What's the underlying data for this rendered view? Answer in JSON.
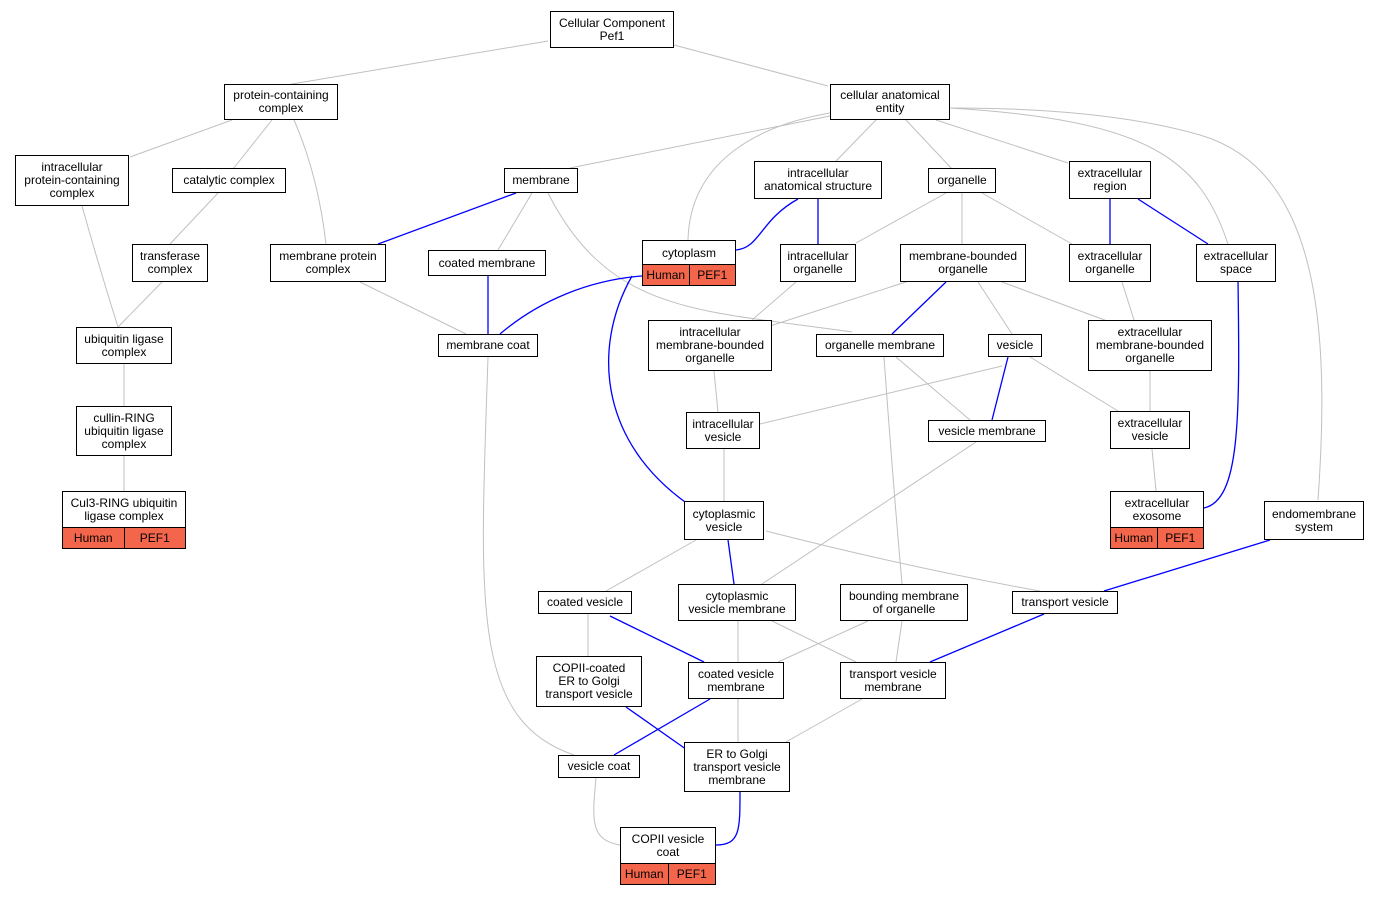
{
  "colors": {
    "is_a_edge": "#c0c0c0",
    "part_of_edge": "#0000ff",
    "annotation_cell": "#f4664b"
  },
  "nodes": {
    "root": "Cellular Component\nPef1",
    "protein_containing_complex": "protein-containing\ncomplex",
    "cellular_anatomical_entity": "cellular anatomical\nentity",
    "intracellular_pcc": "intracellular\nprotein-containing\ncomplex",
    "catalytic_complex": "catalytic complex",
    "membrane": "membrane",
    "intracellular_anatomical_structure": "intracellular\nanatomical structure",
    "organelle": "organelle",
    "extracellular_region": "extracellular\nregion",
    "transferase_complex": "transferase\ncomplex",
    "membrane_protein_complex": "membrane protein\ncomplex",
    "coated_membrane": "coated membrane",
    "cytoplasm": "cytoplasm",
    "intracellular_organelle": "intracellular\norganelle",
    "membrane_bounded_organelle": "membrane-bounded\norganelle",
    "extracellular_organelle": "extracellular\norganelle",
    "extracellular_space": "extracellular\nspace",
    "ubiquitin_ligase_complex": "ubiquitin ligase\ncomplex",
    "membrane_coat": "membrane coat",
    "intracellular_mbo": "intracellular\nmembrane-bounded\norganelle",
    "organelle_membrane": "organelle membrane",
    "vesicle": "vesicle",
    "extracellular_mbo": "extracellular\nmembrane-bounded\norganelle",
    "cullin_ring": "cullin-RING\nubiquitin ligase\ncomplex",
    "intracellular_vesicle": "intracellular\nvesicle",
    "vesicle_membrane": "vesicle membrane",
    "extracellular_vesicle": "extracellular\nvesicle",
    "cul3_ring": "Cul3-RING ubiquitin\nligase complex",
    "cytoplasmic_vesicle": "cytoplasmic\nvesicle",
    "extracellular_exosome": "extracellular\nexosome",
    "endomembrane_system": "endomembrane\nsystem",
    "coated_vesicle": "coated vesicle",
    "cytoplasmic_vesicle_membrane": "cytoplasmic\nvesicle membrane",
    "bounding_membrane": "bounding membrane\nof organelle",
    "transport_vesicle": "transport vesicle",
    "copii_er_golgi_vesicle": "COPII-coated\nER to Golgi\ntransport vesicle",
    "coated_vesicle_membrane": "coated vesicle\nmembrane",
    "transport_vesicle_membrane": "transport vesicle\nmembrane",
    "vesicle_coat": "vesicle coat",
    "er_golgi_vesicle_membrane": "ER to Golgi\ntransport vesicle\nmembrane",
    "copii_vesicle_coat": "COPII vesicle\ncoat"
  },
  "annotations": {
    "cytoplasm": {
      "species": "Human",
      "gene": "PEF1"
    },
    "cul3_ring": {
      "species": "Human",
      "gene": "PEF1"
    },
    "extracellular_exosome": {
      "species": "Human",
      "gene": "PEF1"
    },
    "copii_vesicle_coat": {
      "species": "Human",
      "gene": "PEF1"
    }
  }
}
